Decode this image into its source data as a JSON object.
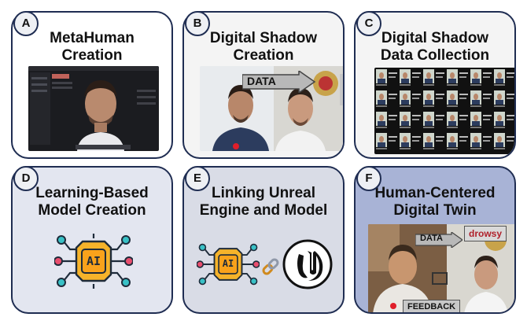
{
  "panels": [
    {
      "letter": "A",
      "title": "MetaHuman\nCreation"
    },
    {
      "letter": "B",
      "title": "Digital Shadow\nCreation",
      "arrow_label": "DATA"
    },
    {
      "letter": "C",
      "title": "Digital Shadow\nData Collection"
    },
    {
      "letter": "D",
      "title": "Learning-Based\nModel Creation",
      "icon_text": "AI"
    },
    {
      "letter": "E",
      "title": "Linking Unreal\nEngine and Model",
      "icon_text": "AI"
    },
    {
      "letter": "F",
      "title": "Human-Centered\nDigital Twin",
      "arrow_label": "DATA",
      "status_label": "drowsy",
      "feedback_label": "FEEDBACK"
    }
  ],
  "colors": {
    "border": "#1f2d52",
    "panel_f": "#a8b3d6",
    "accent_red": "#e01e2a"
  }
}
